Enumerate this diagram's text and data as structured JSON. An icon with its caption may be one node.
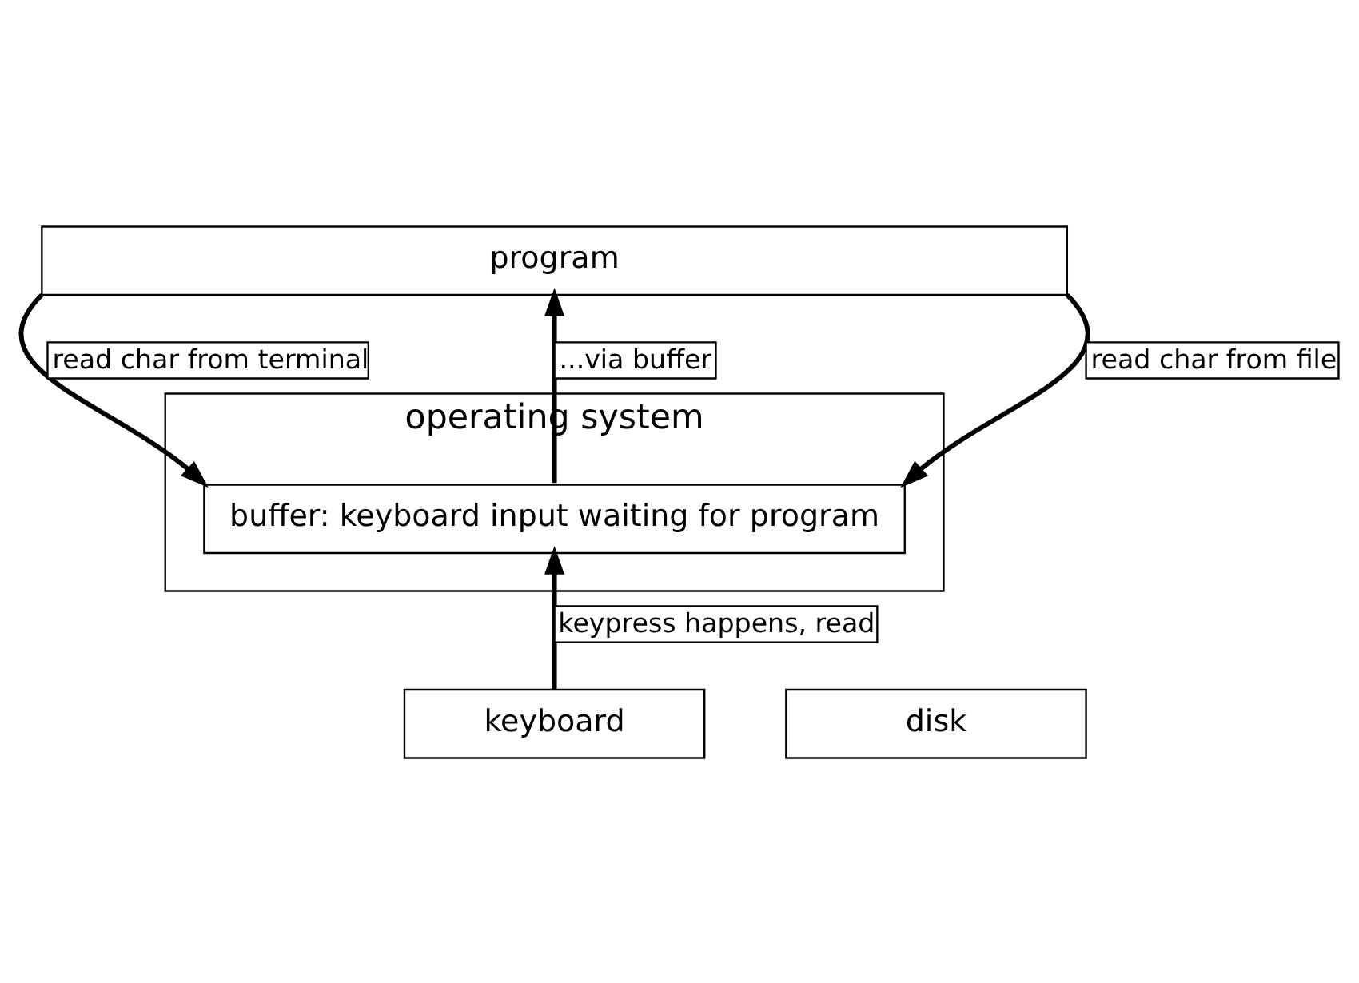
{
  "diagram": {
    "nodes": [
      {
        "text": [
          "program"
        ]
      },
      {
        "text": [
          "operating system"
        ]
      },
      {
        "text": [
          "buffer: keyboard input waiting for program"
        ],
        "in": 1
      },
      {
        "text": [
          "keyboard"
        ]
      },
      {
        "text": [
          "disk"
        ]
      }
    ],
    "edges": [
      {
        "from": 0,
        "to": 2,
        "arrow": "to",
        "label": "read char from terminal"
      },
      {
        "from": 2,
        "to": 0,
        "arrow": "to",
        "label": "...via buffer"
      },
      {
        "from": 0,
        "to": 2,
        "arrow": "to",
        "label": "read char from file"
      },
      {
        "from": 3,
        "to": 2,
        "arrow": "to",
        "label": "keypress happens, read"
      }
    ]
  }
}
